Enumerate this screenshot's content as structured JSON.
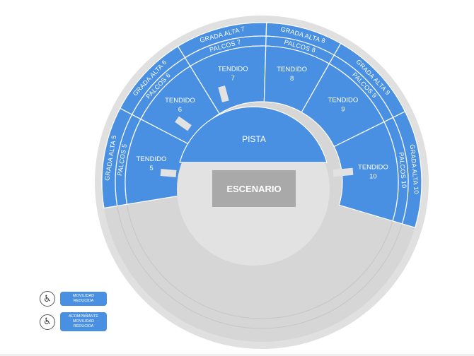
{
  "colors": {
    "seat": "#4a90e2",
    "outer_ring": "#e0e0e0",
    "floor": "#d6d6d6",
    "inner_floor": "#e2e2e2",
    "stage": "#a9a9a9"
  },
  "stage": {
    "label": "ESCENARIO"
  },
  "pista": {
    "label": "PISTA"
  },
  "sections": {
    "grada_alta": [
      "GRADA ALTA 5",
      "GRADA ALTA 6",
      "GRADA ALTA 7",
      "GRADA ALTA 8",
      "GRADA ALTA 9",
      "GRADA ALTA 10"
    ],
    "palcos": [
      "PALCOS 5",
      "PALCOS 6",
      "PALCOS 7",
      "PALCOS 8",
      "PALCOS 9",
      "PALCOS 10"
    ],
    "tendido": [
      {
        "name": "TENDIDO",
        "num": "5"
      },
      {
        "name": "TENDIDO",
        "num": "6"
      },
      {
        "name": "TENDIDO",
        "num": "7"
      },
      {
        "name": "TENDIDO",
        "num": "8"
      },
      {
        "name": "TENDIDO",
        "num": "9"
      },
      {
        "name": "TENDIDO",
        "num": "10"
      }
    ]
  },
  "legend": [
    {
      "icon": "wheelchair-icon",
      "label": "MOVILIDAD\nREDUCIDA"
    },
    {
      "icon": "wheelchair-icon",
      "label": "ACOMPAÑANTE\nMOVILIDAD REDUCIDA"
    }
  ]
}
